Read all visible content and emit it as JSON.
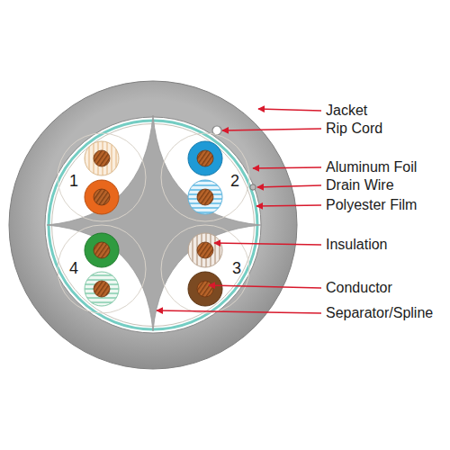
{
  "diagram": {
    "labels": [
      "Jacket",
      "Rip Cord",
      "Aluminum Foil",
      "Drain Wire",
      "Polyester Film",
      "Insulation",
      "Conductor",
      "Separator/Spline",
      "1",
      "2",
      "3",
      "4"
    ]
  }
}
